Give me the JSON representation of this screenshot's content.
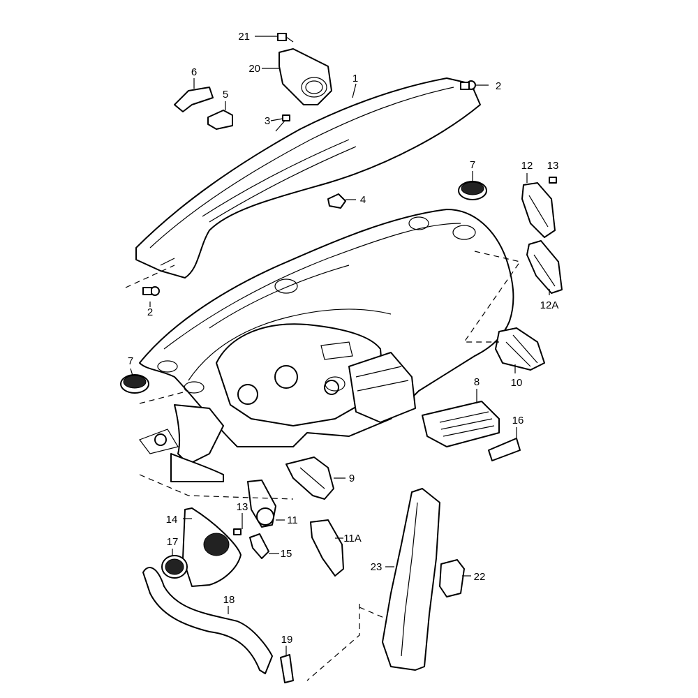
{
  "callouts": {
    "c1": "1",
    "c2a": "2",
    "c2b": "2",
    "c3": "3",
    "c4": "4",
    "c5": "5",
    "c6": "6",
    "c7a": "7",
    "c7b": "7",
    "c8": "8",
    "c9": "9",
    "c10": "10",
    "c11": "11",
    "c11a": "11A",
    "c12": "12",
    "c12a": "12A",
    "c13a": "13",
    "c13b": "13",
    "c14": "14",
    "c15": "15",
    "c16": "16",
    "c17": "17",
    "c18": "18",
    "c19": "19",
    "c20": "20",
    "c21": "21",
    "c22": "22",
    "c23": "23"
  }
}
